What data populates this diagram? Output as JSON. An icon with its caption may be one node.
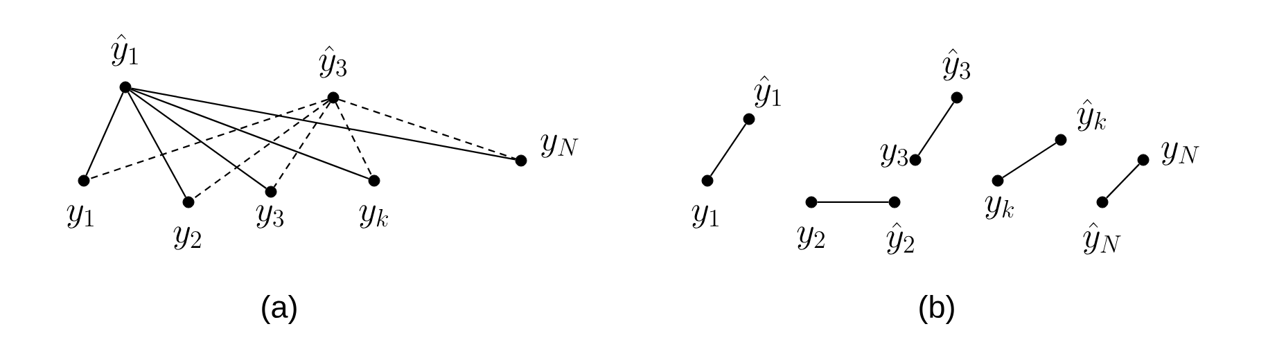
{
  "diagram": {
    "nodes": [
      {
        "text": [],
        "shape": "circle",
        "beside": [
          "\\hat{y}_1"
        ]
      },
      {
        "text": [],
        "shape": "circle",
        "beside": [
          "\\hat{y}_3"
        ]
      },
      {
        "text": [],
        "shape": "circle",
        "beside": [
          "y_1"
        ]
      },
      {
        "text": [],
        "shape": "circle",
        "beside": [
          "y_2"
        ]
      },
      {
        "text": [],
        "shape": "circle",
        "beside": [
          "y_3"
        ]
      },
      {
        "text": [],
        "shape": "circle",
        "beside": [
          "y_k"
        ]
      },
      {
        "text": [],
        "shape": "circle",
        "beside": [
          "y_N"
        ]
      },
      {
        "text": [],
        "shape": "circle",
        "beside": [
          "\\hat{y}_1"
        ]
      },
      {
        "text": [],
        "shape": "circle",
        "beside": [
          "y_1"
        ]
      },
      {
        "text": [],
        "shape": "circle",
        "beside": [
          "y_2"
        ]
      },
      {
        "text": [],
        "shape": "circle",
        "beside": [
          "\\hat{y}_2"
        ]
      },
      {
        "text": [],
        "shape": "circle",
        "beside": [
          "\\hat{y}_3"
        ]
      },
      {
        "text": [],
        "shape": "circle",
        "beside": [
          "y_3"
        ]
      },
      {
        "text": [],
        "shape": "circle",
        "beside": [
          "y_k"
        ]
      },
      {
        "text": [],
        "shape": "circle",
        "beside": [
          "\\hat{y}_k"
        ]
      },
      {
        "text": [],
        "shape": "circle",
        "beside": [
          "y_N"
        ]
      },
      {
        "text": [],
        "shape": "circle",
        "beside": [
          "\\hat{y}_N"
        ]
      }
    ],
    "edges": [
      {
        "from": 0,
        "to": 2,
        "arrow": "none"
      },
      {
        "from": 0,
        "to": 3,
        "arrow": "none"
      },
      {
        "from": 0,
        "to": 4,
        "arrow": "none"
      },
      {
        "from": 0,
        "to": 5,
        "arrow": "none"
      },
      {
        "from": 0,
        "to": 6,
        "arrow": "none"
      },
      {
        "from": 1,
        "to": 2,
        "arrow": "none",
        "style": "dashed"
      },
      {
        "from": 1,
        "to": 3,
        "arrow": "none",
        "style": "dashed"
      },
      {
        "from": 1,
        "to": 4,
        "arrow": "none",
        "style": "dashed"
      },
      {
        "from": 1,
        "to": 5,
        "arrow": "none",
        "style": "dashed"
      },
      {
        "from": 1,
        "to": 6,
        "arrow": "none",
        "style": "dashed"
      },
      {
        "from": 7,
        "to": 8,
        "arrow": "none"
      },
      {
        "from": 9,
        "to": 10,
        "arrow": "none"
      },
      {
        "from": 11,
        "to": 12,
        "arrow": "none"
      },
      {
        "from": 13,
        "to": 14,
        "arrow": "none"
      },
      {
        "from": 15,
        "to": 16,
        "arrow": "none"
      }
    ],
    "labels": [
      "(a)",
      "(b)"
    ]
  }
}
